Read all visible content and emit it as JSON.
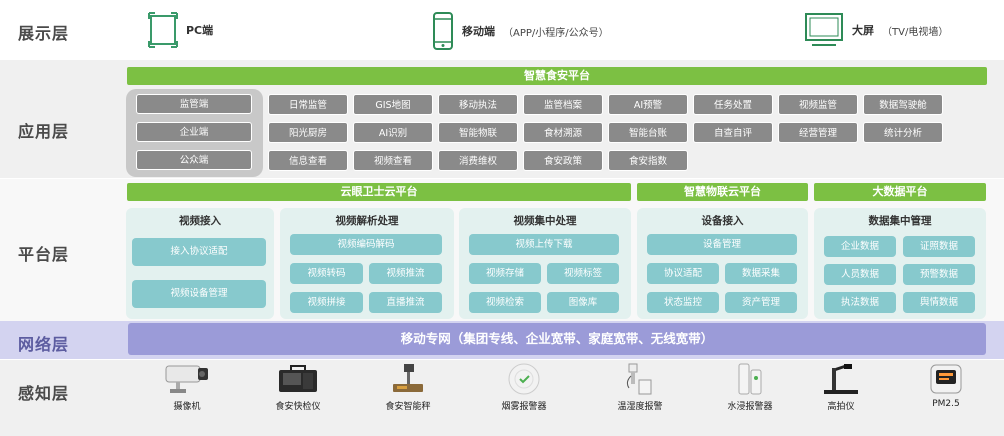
{
  "layers": {
    "display": "展示层",
    "app": "应用层",
    "platform": "平台层",
    "network": "网络层",
    "sense": "感知层"
  },
  "display": {
    "pc": "PC端",
    "mobile": "移动端",
    "mobile_sub": "（APP/小程序/公众号）",
    "screen": "大屏",
    "screen_sub": "（TV/电视墙）"
  },
  "app": {
    "title": "智慧食安平台",
    "roles": [
      "监管端",
      "企业端",
      "公众端"
    ],
    "modules": [
      [
        "日常监管",
        "GIS地图",
        "移动执法",
        "监管档案",
        "AI预警",
        "任务处置",
        "视频监管",
        "数据驾驶舱"
      ],
      [
        "阳光厨房",
        "AI识别",
        "智能物联",
        "食材溯源",
        "智能台账",
        "自查自评",
        "经营管理",
        "统计分析"
      ],
      [
        "信息查看",
        "视频查看",
        "消费维权",
        "食安政策",
        "食安指数"
      ]
    ]
  },
  "platform": {
    "cloud_titles": [
      "云眼卫士云平台",
      "智慧物联云平台",
      "大数据平台"
    ],
    "panels": [
      {
        "title": "视频接入",
        "items": [
          "接入协议适配",
          "视频设备管理"
        ]
      },
      {
        "title": "视频解析处理",
        "items": [
          "视频编码解码",
          "视频转码",
          "视频推流",
          "视频拼接",
          "直播推流"
        ]
      },
      {
        "title": "视频集中处理",
        "items": [
          "视频上传下载",
          "视频存储",
          "视频标签",
          "视频检索",
          "图像库"
        ]
      },
      {
        "title": "设备接入",
        "items": [
          "设备管理",
          "协议适配",
          "数据采集",
          "状态监控",
          "资产管理"
        ]
      },
      {
        "title": "数据集中管理",
        "items": [
          "企业数据",
          "证照数据",
          "人员数据",
          "预警数据",
          "执法数据",
          "舆情数据"
        ]
      }
    ]
  },
  "network": {
    "label": "移动专网（集团专线、企业宽带、家庭宽带、无线宽带）"
  },
  "sense": {
    "devices": [
      "摄像机",
      "食安快检仪",
      "食安智能秤",
      "烟雾报警器",
      "温湿度报警",
      "水浸报警器",
      "高拍仪",
      "PM2.5"
    ]
  },
  "colors": {
    "green": "#7cc043",
    "gray_btn": "#8a8a8a",
    "teal_btn": "#87c9cd",
    "network": "#9b9bd8"
  }
}
